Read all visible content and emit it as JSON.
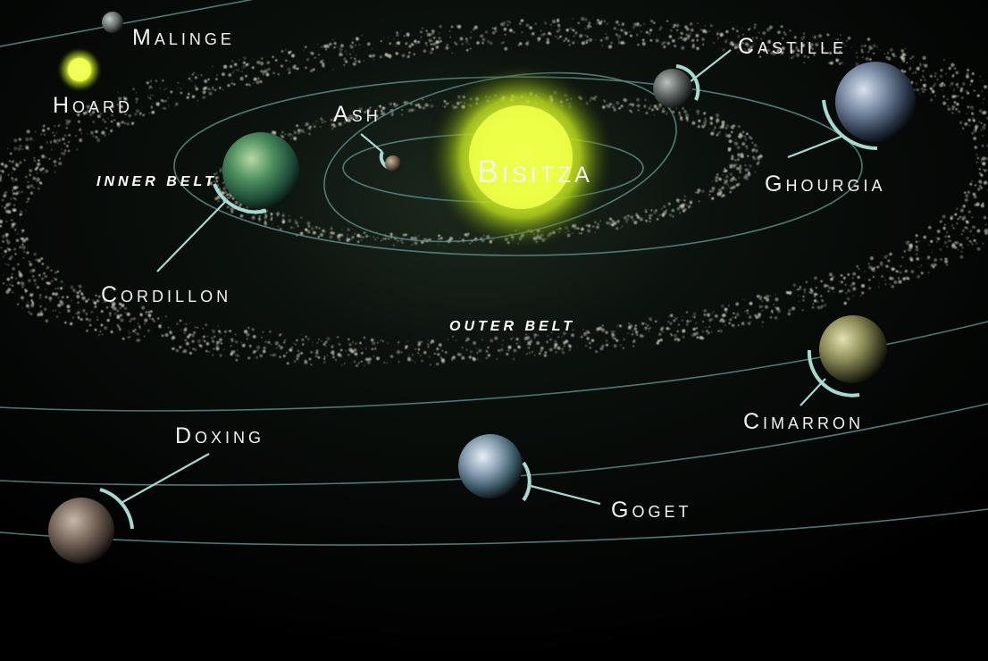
{
  "title": "",
  "star": {
    "name": "Bisitza",
    "color": "#e8ff3a",
    "icon": "star-icon"
  },
  "belts": [
    {
      "id": "inner",
      "label": "INNER BELT"
    },
    {
      "id": "outer",
      "label": "OUTER BELT"
    }
  ],
  "bodies": [
    {
      "id": "malinge",
      "name": "Malinge",
      "kind": "planet",
      "color": "#7d8a8a"
    },
    {
      "id": "hoard",
      "name": "Hoard",
      "kind": "star",
      "color": "#eaff3c"
    },
    {
      "id": "ash",
      "name": "Ash",
      "kind": "planet",
      "color": "#8a7a6a"
    },
    {
      "id": "castille",
      "name": "Castille",
      "kind": "planet",
      "color": "#7a8484"
    },
    {
      "id": "ghourgia",
      "name": "Ghourgia",
      "kind": "planet",
      "color": "#5d6f86"
    },
    {
      "id": "cordillon",
      "name": "Cordillon",
      "kind": "planet",
      "color": "#3f7a52"
    },
    {
      "id": "cimarron",
      "name": "Cimarron",
      "kind": "planet",
      "color": "#8a8a56"
    },
    {
      "id": "doxing",
      "name": "Doxing",
      "kind": "planet",
      "color": "#7b6d64"
    },
    {
      "id": "goget",
      "name": "Goget",
      "kind": "planet",
      "color": "#6b7f94"
    }
  ],
  "colors": {
    "background": "#000000",
    "orbit": "#5d8c8a",
    "leader": "#a8d8d2",
    "label": "#f2f2f2",
    "asteroid": "#c9c9b8"
  }
}
